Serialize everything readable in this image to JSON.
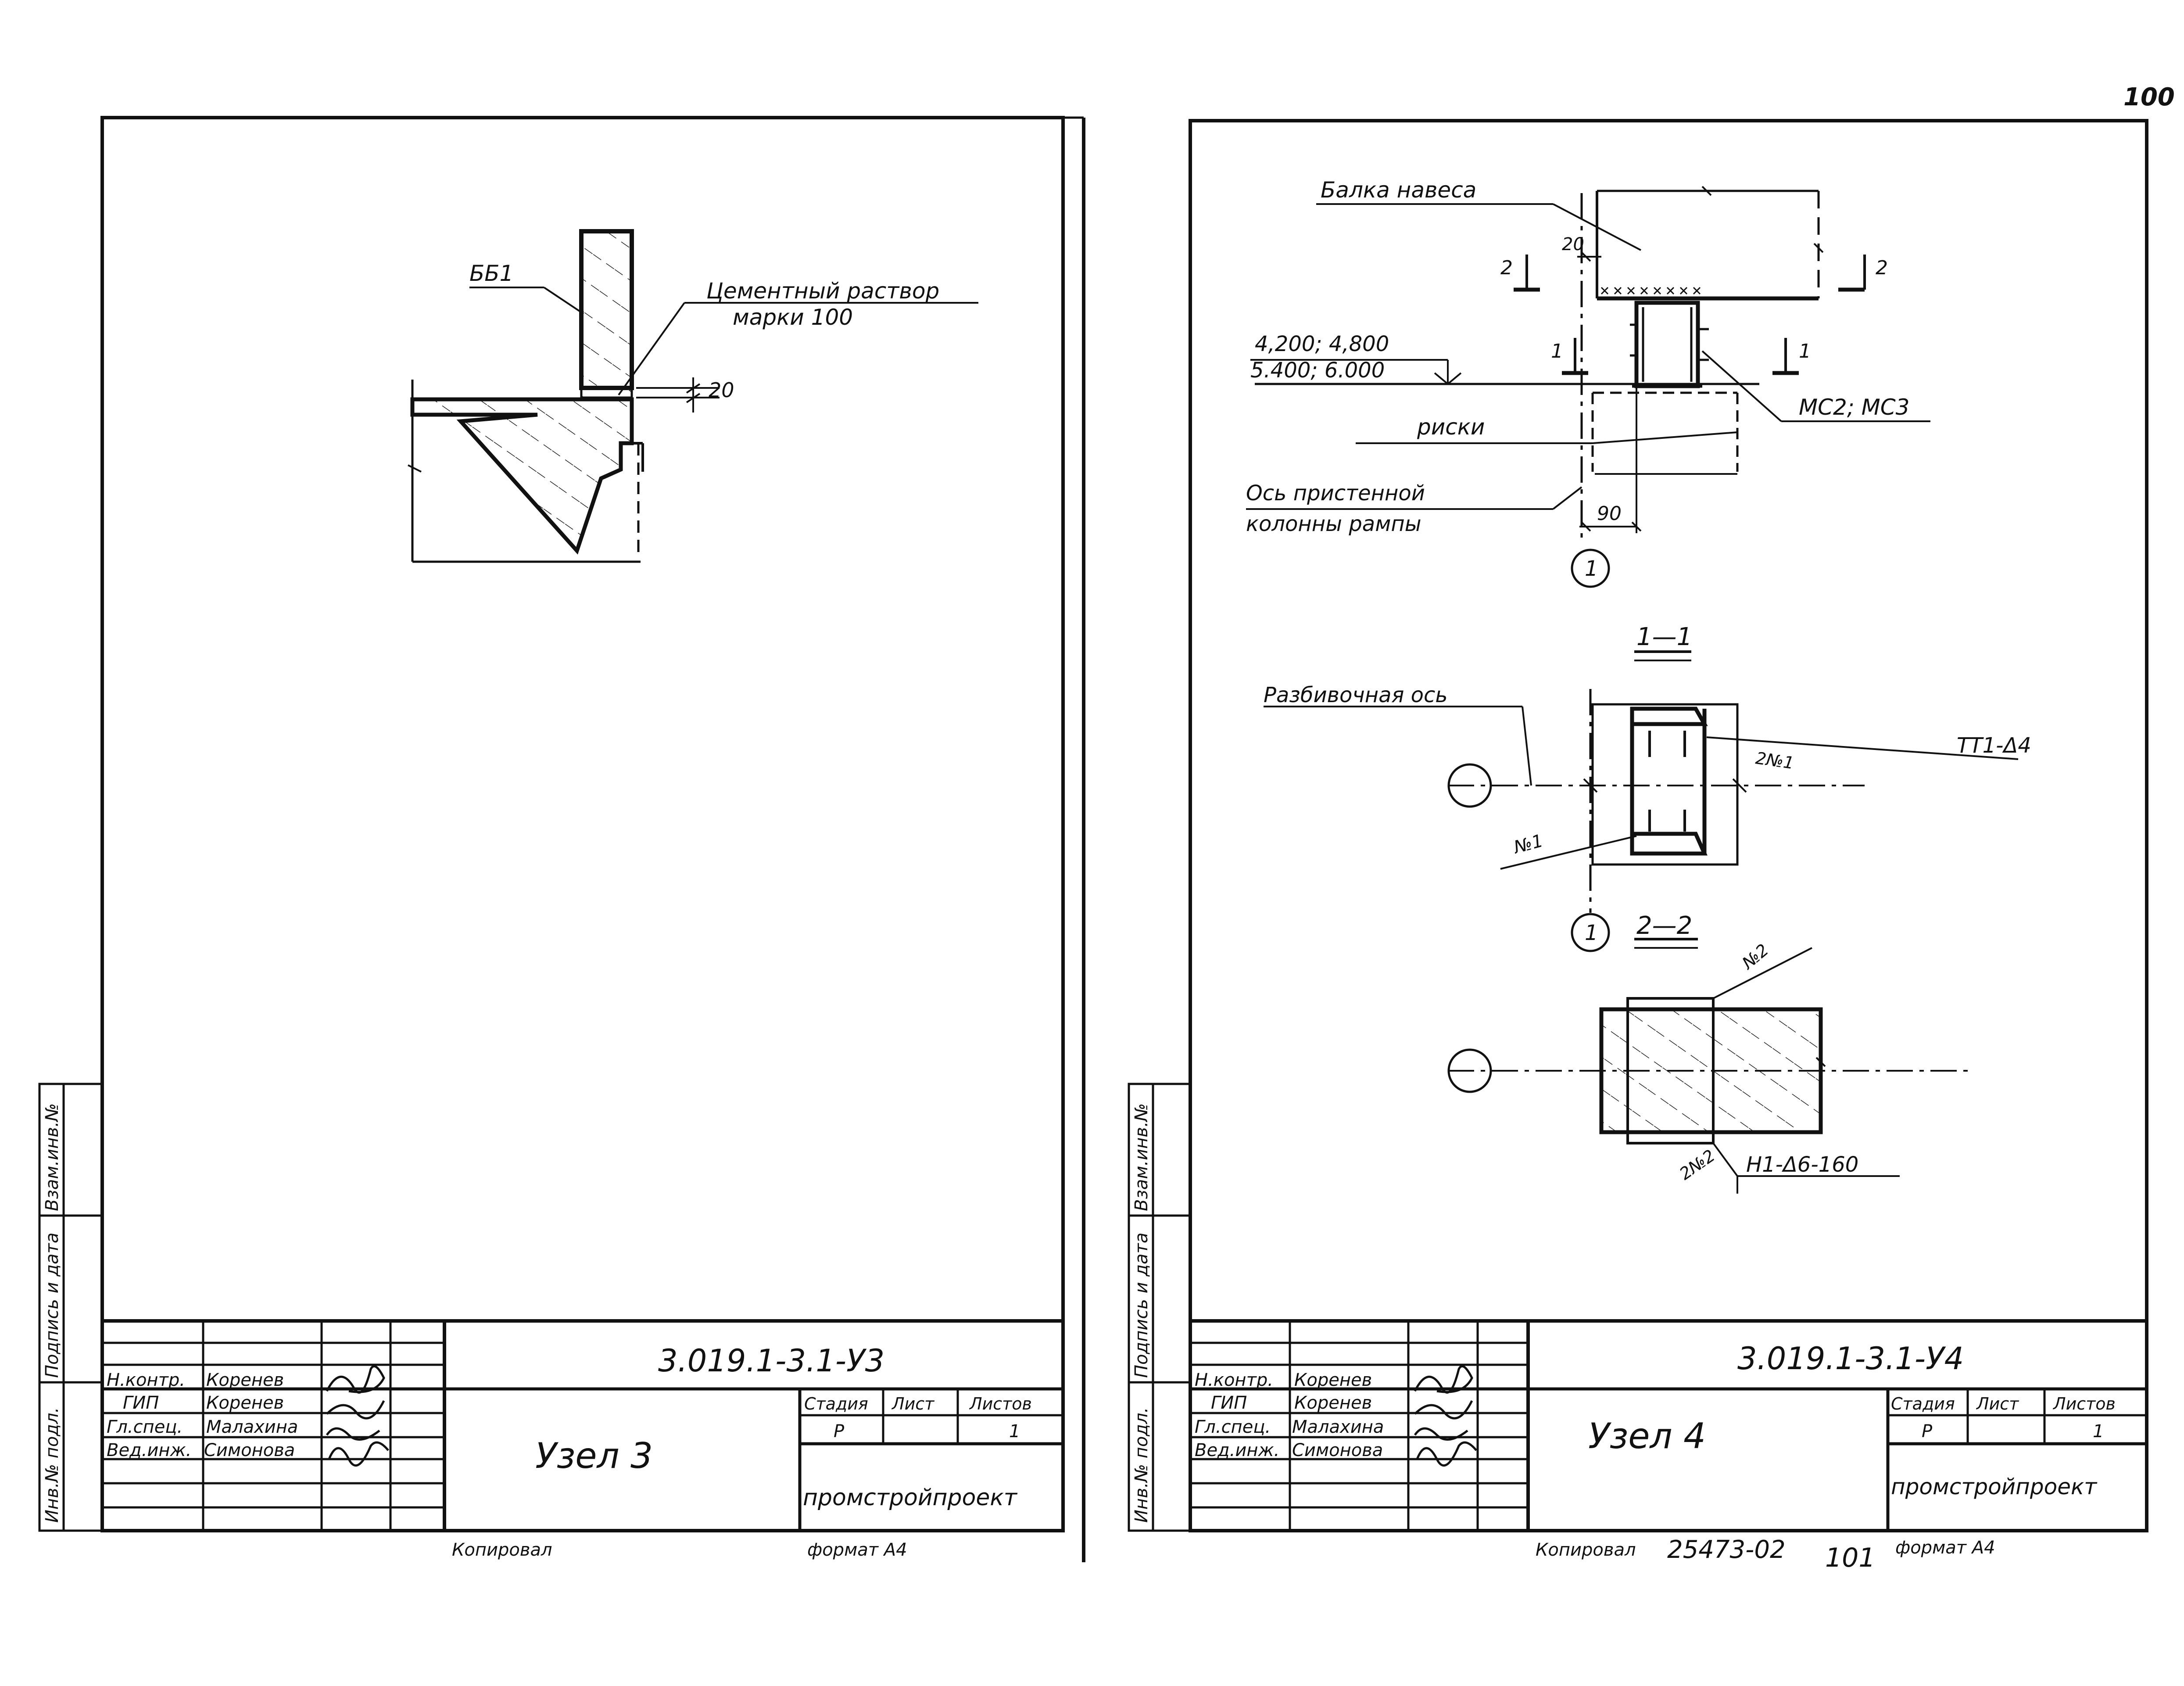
{
  "page_number": "100",
  "left_sheet": {
    "labels": {
      "bb1": "ББ1",
      "cement_line1": "Цементный раствор",
      "cement_line2": "марки 100",
      "dim_20": "20"
    },
    "side_stamp": {
      "inv_podl": "Инв.№ подл.",
      "podpis_data": "Подпись и дата",
      "vzam_inv": "Взам.инв.№"
    },
    "title_block": {
      "doc_code": "3.019.1-3.1-У3",
      "title": "Узел 3",
      "roles": [
        "Н.контр.",
        "ГИП",
        "Гл.спец.",
        "Вед.инж."
      ],
      "names": [
        "Коренев",
        "Коренев",
        "Малахина",
        "Симонова"
      ],
      "stage_hdr": "Стадия",
      "sheet_hdr": "Лист",
      "sheets_hdr": "Листов",
      "stage_val": "Р",
      "sheets_val": "1",
      "org": "промстройпроект"
    },
    "copied": "Копировал",
    "format": "формат А4"
  },
  "right_sheet": {
    "labels": {
      "beam": "Балка навеса",
      "elev_line1": "4,200; 4,800",
      "elev_line2": "5.400; 6.000",
      "risks": "риски",
      "axis_line1": "Ось пристенной",
      "axis_line2": "колонны рампы",
      "dim_90": "90",
      "dim_20": "20",
      "axis_1": "1",
      "cut_1": "1",
      "cut_2": "2",
      "mc": "МС2; МС3",
      "sec_1_1": "1—1",
      "sec_2_2": "2—2",
      "razb_axis": "Разбивочная ось",
      "weld_t1": "ТТ1-Δ4",
      "weld_n1_a": "2№1",
      "weld_n1_b": "№1",
      "weld_n2_a": "№2",
      "weld_n2_b": "2№2",
      "weld_h1": "Н1-Δ6-160"
    },
    "side_stamp": {
      "inv_podl": "Инв.№ подл.",
      "podpis_data": "Подпись и дата",
      "vzam_inv": "Взам.инв.№"
    },
    "title_block": {
      "doc_code": "3.019.1-3.1-У4",
      "title": "Узел 4",
      "roles": [
        "Н.контр.",
        "ГИП",
        "Гл.спец.",
        "Вед.инж."
      ],
      "names": [
        "Коренев",
        "Коренев",
        "Малахина",
        "Симонова"
      ],
      "stage_hdr": "Стадия",
      "sheet_hdr": "Лист",
      "sheets_hdr": "Листов",
      "stage_val": "Р",
      "sheets_val": "1",
      "org": "промстройпроект"
    },
    "copied": "Копировал",
    "archive_no": "25473-02",
    "archive_sheet": "101",
    "format": "формат А4"
  }
}
